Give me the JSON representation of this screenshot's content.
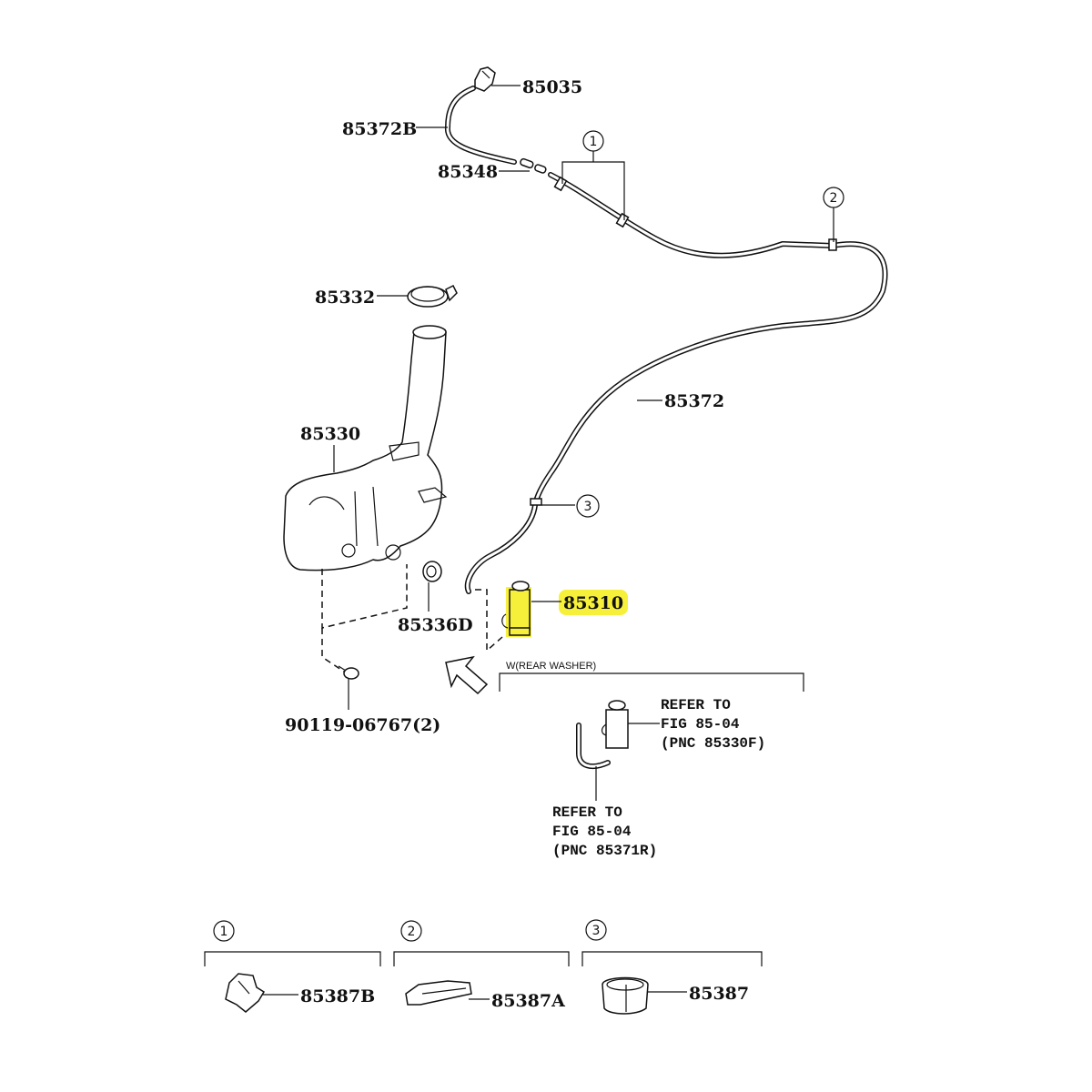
{
  "diagram": {
    "title": "Washer reservoir and hose assembly",
    "highlight_color": "#f7f03a",
    "parts": {
      "nozzle": "85035",
      "hose_upper": "85372B",
      "joint": "85348",
      "cap": "85332",
      "reservoir": "85330",
      "hose_main": "85372",
      "pump": "85310",
      "grommet": "85336D",
      "bolt": "90119-06767(2)"
    },
    "callouts": {
      "c1": "1",
      "c2": "2",
      "c3": "3"
    },
    "rear_washer": {
      "label": "W(REAR WASHER)",
      "pump_ref": [
        "REFER TO",
        "FIG 85-04",
        " (PNC 85330F)"
      ],
      "hose_ref": [
        "REFER TO",
        "FIG 85-04",
        "(PNC 85371R)"
      ]
    },
    "clamp_legend": [
      {
        "callout": "1",
        "part": "85387B"
      },
      {
        "callout": "2",
        "part": "85387A"
      },
      {
        "callout": "3",
        "part": "85387"
      }
    ]
  }
}
